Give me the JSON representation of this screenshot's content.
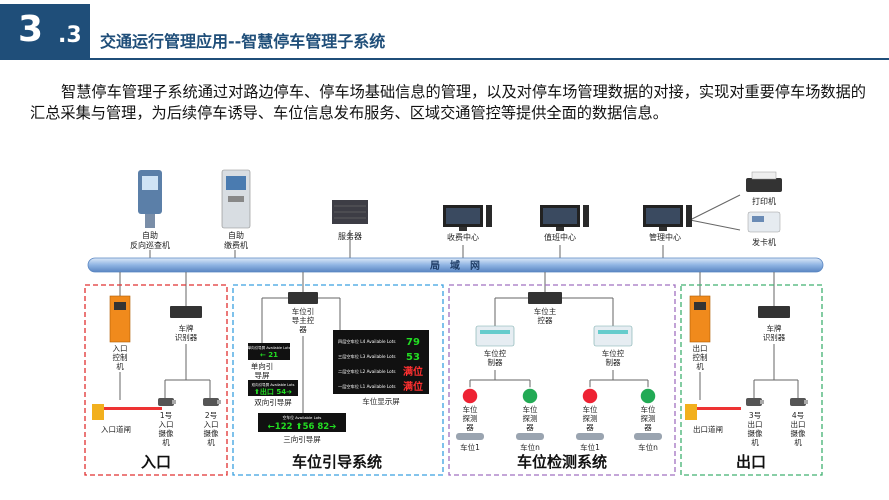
{
  "header": {
    "section_num_big": "3",
    "section_num_small": ".3",
    "title": "交通运行管理应用--智慧停车管理子系统"
  },
  "intro": "智慧停车管理子系统通过对路边停车、停车场基础信息的管理，以及对停车场管理数据的对接，实现对重要停车场数据的汇总采集与管理，为后续停车诱导、车位信息发布服务、区域交通管控等提供全面的数据信息。",
  "top_devices": {
    "kiosk_l1": "自助",
    "kiosk_l2": "反向巡查机",
    "payment_l1": "自助",
    "payment_l2": "缴费机",
    "server": "服务器",
    "toll": "收费中心",
    "duty": "值班中心",
    "mgmt": "管理中心",
    "printer": "打印机",
    "card": "发卡机"
  },
  "lan": "局　域　网",
  "entrance": {
    "ctrl": [
      "入口",
      "控制",
      "机"
    ],
    "plate": [
      "车牌",
      "识别器"
    ],
    "barrier": "入口道闸",
    "cam1": [
      "1号",
      "入口",
      "摄像",
      "机"
    ],
    "cam2": [
      "2号",
      "入口",
      "摄像",
      "机"
    ],
    "title": "入口"
  },
  "guidance": {
    "main_ctrl": [
      "车位引",
      "导主控",
      "器"
    ],
    "one_way_small": "单向引导屏 Available Lots",
    "one_way_val": "← 21",
    "one_way": [
      "单向引",
      "导屏"
    ],
    "two_way_small": "双向引导屏 Available Lots",
    "two_way_val": "⬆出口 54➔",
    "two_way": "双向引导屏",
    "three_small": "空车位 Available Lots",
    "three_val": "←122 ⬆56 82➔",
    "three_way": "三向引导屏",
    "floor_labels": [
      "四层空车位 L4 Available Lots",
      "三层空车位 L3 Available Lots",
      "二层空车位 L2 Available Lots",
      "一层空车位 L1 Available Lots"
    ],
    "floor_values": [
      "79",
      "53",
      "满位",
      "满位"
    ],
    "display": "车位显示屏",
    "title": "车位引导系统"
  },
  "detection": {
    "main_ctrl": [
      "车位主",
      "控器"
    ],
    "ctrl": [
      "车位控",
      "制器"
    ],
    "detector": [
      "车位",
      "探测",
      "器"
    ],
    "car1": "车位1",
    "carn": "车位n",
    "title": "车位检测系统"
  },
  "exit": {
    "ctrl": [
      "出口",
      "控制",
      "机"
    ],
    "plate": [
      "车牌",
      "识别器"
    ],
    "barrier": "出口道闸",
    "cam3": [
      "3号",
      "出口",
      "摄像",
      "机"
    ],
    "cam4": [
      "4号",
      "出口",
      "摄像",
      "机"
    ],
    "title": "出口"
  },
  "colors": {
    "brand": "#1f4e79",
    "lan": "#8fb4e3",
    "red_dash": "#e03030",
    "blue_dash": "#3aa0e0",
    "purple_dash": "#a070c0",
    "green_dash": "#40b070",
    "led_green": "#22dd22",
    "led_red": "#ff3030"
  }
}
